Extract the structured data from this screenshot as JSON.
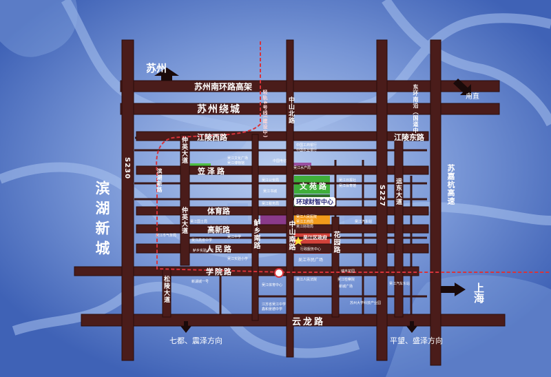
{
  "directions": {
    "north_city": "苏州",
    "east_city": "上海",
    "northeast_city": "甪直",
    "southwest": "七都、震泽方向",
    "southeast": "平望、盛泽方向"
  },
  "district_name": "滨湖新城",
  "roads": {
    "suzhou_south_ring": "苏州南环路高架",
    "suzhou_ring": "苏州绕城",
    "jiangling_west": "江陵西路",
    "jiangling_east": "江陵东路",
    "lize": "笠泽路",
    "wenyuan": "文苑路",
    "tiyu": "体育路",
    "gaoxin": "高新路",
    "renmin": "人民路",
    "xueyuan": "学院路",
    "yunlong": "云龙路",
    "zhongshan_north": "中山北路",
    "zhongshan_south": "中山南路",
    "luxiang_south": "鲈乡南路",
    "huayuan": "花园路",
    "zhongying_1": "仲英大道",
    "zhongying_2": "仲英大道",
    "songling": "松陵大道",
    "yundong": "运东大道",
    "binhu_xiang": "滨湖新路",
    "donghuan": "东环南沿（国道中）",
    "sujiahang": "苏嘉杭高速",
    "s230": "S230",
    "s227": "S227",
    "metro_line4": "轻轨4号线(建设中)"
  },
  "landmarks": {
    "project": "环球财智中心",
    "gov": "吴江区政府",
    "market": "吴江市民广场"
  },
  "pois": [
    "中国工商银行",
    "中国农业银行",
    "中国电信",
    "吴江文化广场",
    "吴江博物馆",
    "吴江水产局",
    "吴江日报社",
    "吴江体育馆",
    "吴江公安局",
    "吴江人民医院",
    "吴江工商局",
    "吴江财政局",
    "吴江税务局",
    "行政服务中心",
    "吴江中学",
    "吴江实验小学",
    "吴江汽车站",
    "鲈乡实验小学",
    "吴江人民法院",
    "吴江检察院",
    "新城广场",
    "吴江体育中心",
    "江苏省吴江中学",
    "鑫和景德中学",
    "吴江国土局",
    "苏州大学科技产业园",
    "吴江汽车东站",
    "吴江书城",
    "吴江高级中学",
    "新湖城一号",
    "瑞丰花园",
    "吴江市气象局"
  ],
  "colors": {
    "road": "#4a1c1a",
    "background": "#5a7fc8",
    "water": "#8fb0e6",
    "project_green": "#3fae3a",
    "orange": "#f29a1a",
    "purple": "#8a3a8a",
    "rail": "#d8333a"
  }
}
